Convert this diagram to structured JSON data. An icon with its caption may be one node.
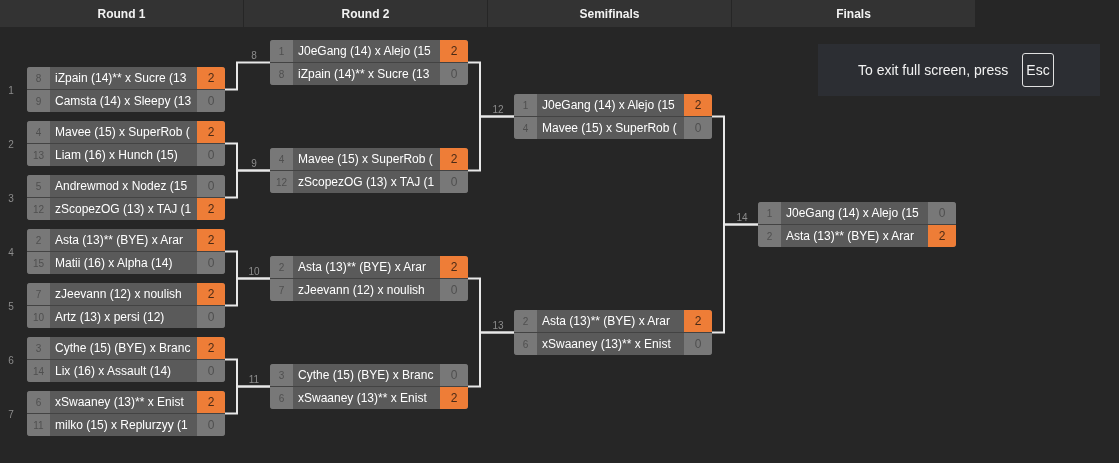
{
  "diagram": {
    "nodes": [
      {
        "text": [],
        "shape": "box",
        "beside": [
          "1"
        ]
      },
      {
        "text": [
          "8",
          "iZpain (14)** x Sucre (13",
          "2"
        ],
        "in": 0
      },
      {
        "text": [
          "9",
          "Camsta (14) x Sleepy (13",
          "0"
        ],
        "in": 0
      },
      {
        "text": [],
        "shape": "box",
        "beside": [
          "2"
        ]
      },
      {
        "text": [
          "4",
          "Mavee (15) x SuperRob (",
          "2"
        ],
        "in": 3
      },
      {
        "text": [
          "13",
          "Liam (16) x Hunch (15)",
          "0"
        ],
        "in": 3
      },
      {
        "text": [],
        "shape": "box",
        "beside": [
          "3"
        ]
      },
      {
        "text": [
          "5",
          "Andrewmod x Nodez (15",
          "0"
        ],
        "in": 6
      },
      {
        "text": [
          "12",
          "zScopezOG (13) x TAJ (1",
          "2"
        ],
        "in": 6
      },
      {
        "text": [],
        "shape": "box",
        "beside": [
          "4"
        ]
      },
      {
        "text": [
          "2",
          "Asta (13)** (BYE) x Arar",
          "2"
        ],
        "in": 9
      },
      {
        "text": [
          "15",
          "Matii (16) x Alpha (14)",
          "0"
        ],
        "in": 9
      },
      {
        "text": [],
        "shape": "box",
        "beside": [
          "5"
        ]
      },
      {
        "text": [
          "7",
          "zJeevann (12) x noulish",
          "2"
        ],
        "in": 12
      },
      {
        "text": [
          "10",
          "Artz (13) x persi (12)",
          "0"
        ],
        "in": 12
      },
      {
        "text": [],
        "shape": "box",
        "beside": [
          "6"
        ]
      },
      {
        "text": [
          "3",
          "Cythe (15) (BYE) x Branc",
          "2"
        ],
        "in": 15
      },
      {
        "text": [
          "14",
          "Lix (16) x Assault (14)",
          "0"
        ],
        "in": 15
      },
      {
        "text": [],
        "shape": "box",
        "beside": [
          "7"
        ]
      },
      {
        "text": [
          "6",
          "xSwaaney (13)** x Enist",
          "2"
        ],
        "in": 18
      },
      {
        "text": [
          "11",
          "milko (15) x Replurzyy (1",
          "0"
        ],
        "in": 18
      },
      {
        "text": [],
        "shape": "box",
        "beside": [
          "8"
        ]
      },
      {
        "text": [
          "1",
          "J0eGang (14) x Alejo (15",
          "2"
        ],
        "in": 21
      },
      {
        "text": [
          "8",
          "iZpain (14)** x Sucre (13",
          "0"
        ],
        "in": 21
      },
      {
        "text": [],
        "shape": "box",
        "beside": [
          "9"
        ]
      },
      {
        "text": [
          "4",
          "Mavee (15) x SuperRob (",
          "2"
        ],
        "in": 24
      },
      {
        "text": [
          "12",
          "zScopezOG (13) x TAJ (1",
          "0"
        ],
        "in": 24
      },
      {
        "text": [],
        "shape": "box",
        "beside": [
          "10"
        ]
      },
      {
        "text": [
          "2",
          "Asta (13)** (BYE) x Arar",
          "2"
        ],
        "in": 27
      },
      {
        "text": [
          "7",
          "zJeevann (12) x noulish",
          "0"
        ],
        "in": 27
      },
      {
        "text": [],
        "shape": "box",
        "beside": [
          "11"
        ]
      },
      {
        "text": [
          "3",
          "Cythe (15) (BYE) x Branc",
          "0"
        ],
        "in": 30
      },
      {
        "text": [
          "6",
          "xSwaaney (13)** x Enist",
          "2"
        ],
        "in": 30
      },
      {
        "text": [],
        "shape": "box",
        "beside": [
          "12"
        ]
      },
      {
        "text": [
          "1",
          "J0eGang (14) x Alejo (15",
          "2"
        ],
        "in": 33
      },
      {
        "text": [
          "4",
          "Mavee (15) x SuperRob (",
          "0"
        ],
        "in": 33
      },
      {
        "text": [],
        "shape": "box",
        "beside": [
          "13"
        ]
      },
      {
        "text": [
          "2",
          "Asta (13)** (BYE) x Arar",
          "2"
        ],
        "in": 36
      },
      {
        "text": [
          "6",
          "xSwaaney (13)** x Enist",
          "0"
        ],
        "in": 36
      },
      {
        "text": [],
        "shape": "box",
        "beside": [
          "14"
        ]
      },
      {
        "text": [
          "1",
          "J0eGang (14) x Alejo (15",
          "0"
        ],
        "in": 39
      },
      {
        "text": [
          "2",
          "Asta (13)** (BYE) x Arar",
          "2"
        ],
        "in": 39
      }
    ],
    "edges": [
      {
        "from": 0,
        "to": 21,
        "arrow": "none"
      },
      {
        "from": 3,
        "to": 24,
        "arrow": "none"
      },
      {
        "from": 6,
        "to": 24,
        "arrow": "none"
      },
      {
        "from": 9,
        "to": 27,
        "arrow": "none"
      },
      {
        "from": 12,
        "to": 27,
        "arrow": "none"
      },
      {
        "from": 15,
        "to": 30,
        "arrow": "none"
      },
      {
        "from": 18,
        "to": 30,
        "arrow": "none"
      },
      {
        "from": 21,
        "to": 33,
        "arrow": "none"
      },
      {
        "from": 24,
        "to": 33,
        "arrow": "none"
      },
      {
        "from": 27,
        "to": 36,
        "arrow": "none"
      },
      {
        "from": 30,
        "to": 36,
        "arrow": "none"
      },
      {
        "from": 33,
        "to": 39,
        "arrow": "none"
      },
      {
        "from": 36,
        "to": 39,
        "arrow": "none"
      }
    ],
    "labels": [
      "Round 1",
      "Round 2",
      "Semifinals",
      "Finals",
      "To exit full screen, press",
      "Esc"
    ]
  }
}
